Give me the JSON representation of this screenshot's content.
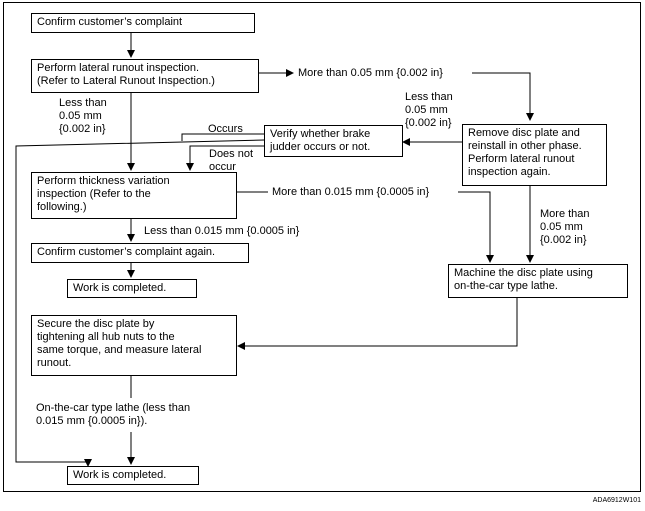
{
  "boxes": {
    "confirm_complaint": "Confirm customer’s complaint",
    "lateral_runout_l1": "Perform lateral runout inspection.",
    "lateral_runout_l2": "(Refer to Lateral Runout Inspection.)",
    "thickness_l1": "Perform thickness variation",
    "thickness_l2": "inspection (Refer to the",
    "thickness_l3": "following.)",
    "confirm_again": "Confirm customer’s complaint again.",
    "work_completed_1": "Work is completed.",
    "secure_l1": "Secure the disc plate by",
    "secure_l2": "tightening all hub nuts to the",
    "secure_l3": "same torque, and measure lateral",
    "secure_l4": "runout.",
    "work_completed_2": "Work is completed.",
    "verify_l1": "Verify whether brake",
    "verify_l2": "judder occurs or not.",
    "remove_l1": "Remove disc plate and",
    "remove_l2": "reinstall in other phase.",
    "remove_l3": "Perform lateral runout",
    "remove_l4": "inspection again.",
    "machine_l1": "Machine the disc plate using",
    "machine_l2": "on-the-car type lathe."
  },
  "labels": {
    "more_005_right": "More than 0.05 mm {0.002 in}",
    "less_005_l1": "Less than",
    "less_005_l2": "0.05 mm",
    "less_005_l3": "{0.002 in}",
    "less_005_b_l1": "Less than",
    "less_005_b_l2": "0.05 mm",
    "less_005_b_l3": "{0.002 in}",
    "occurs": "Occurs",
    "does_not_l1": "Does not",
    "does_not_l2": "occur",
    "more_0015": "More than 0.015 mm {0.0005 in}",
    "less_0015": "Less than 0.015 mm {0.0005 in}",
    "more_005_b_l1": "More than",
    "more_005_b_l2": "0.05 mm",
    "more_005_b_l3": "{0.002 in}",
    "lathe_l1": "On-the-car type lathe (less than",
    "lathe_l2": "0.015 mm {0.0005 in})."
  },
  "figure_code": "ADA6912W101"
}
